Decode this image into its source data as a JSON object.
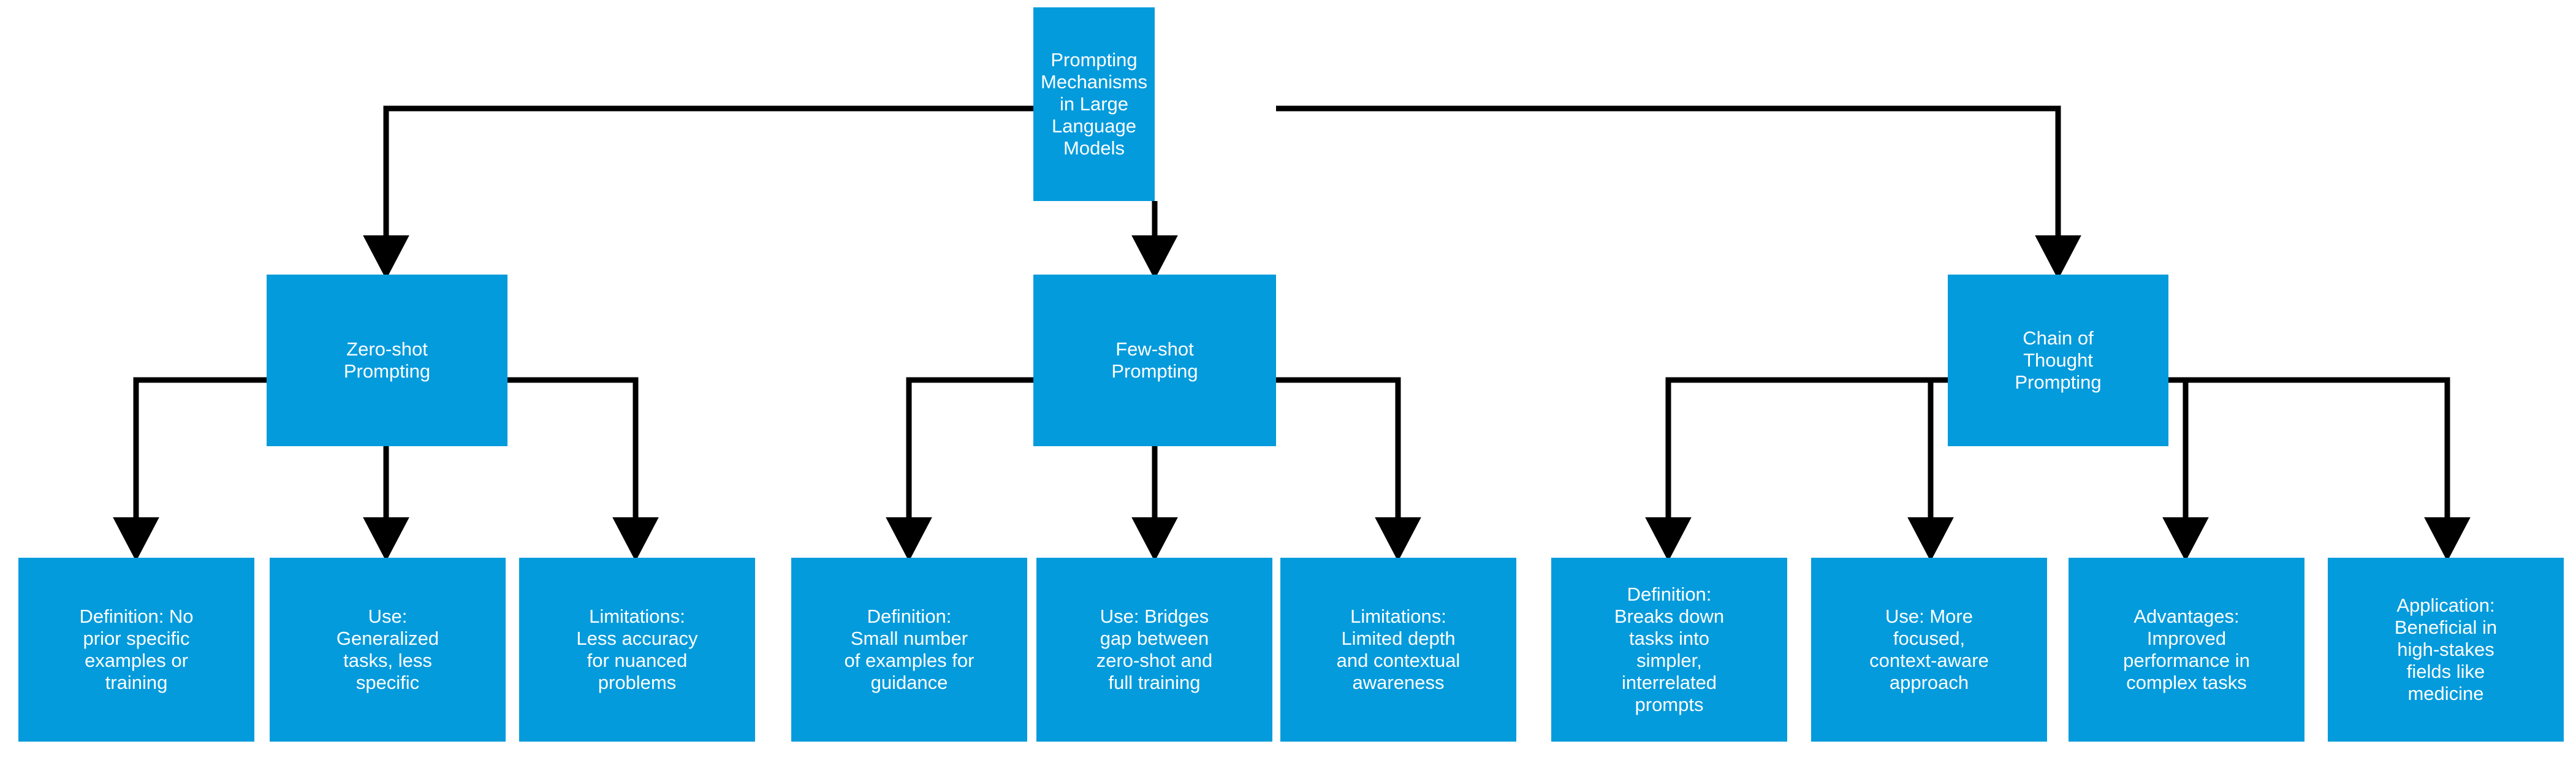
{
  "diagram": {
    "title": "Prompting Mechanisms in Large Language Models",
    "type": "hierarchy-flowchart",
    "orientation": "top-down",
    "colors": {
      "node_fill": "#049BDC",
      "node_text": "#FFFFFF",
      "edge": "#000000",
      "background": "#FFFFFF"
    },
    "root": {
      "id": "root",
      "label": "Prompting\nMechanisms\nin Large\nLanguage\nModels"
    },
    "branches": [
      {
        "id": "zero-shot",
        "label": "Zero-shot\nPrompting",
        "children": [
          {
            "id": "zs-definition",
            "label": "Definition:  No\nprior specific\nexamples or\ntraining"
          },
          {
            "id": "zs-use",
            "label": "Use:\nGeneralized\ntasks, less\nspecific"
          },
          {
            "id": "zs-limitations",
            "label": "Limitations:\nLess accuracy\nfor nuanced\nproblems"
          }
        ]
      },
      {
        "id": "few-shot",
        "label": "Few-shot\nPrompting",
        "children": [
          {
            "id": "fs-definition",
            "label": "Definition:\nSmall number\nof examples for\nguidance"
          },
          {
            "id": "fs-use",
            "label": "Use:  Bridges\ngap between\nzero-shot and\nfull training"
          },
          {
            "id": "fs-limitations",
            "label": "Limitations:\nLimited depth\nand contextual\nawareness"
          }
        ]
      },
      {
        "id": "chain-of-thought",
        "label": "Chain of\nThought\nPrompting",
        "children": [
          {
            "id": "cot-definition",
            "label": "Definition:\nBreaks down\ntasks into\nsimpler,\ninterrelated\nprompts"
          },
          {
            "id": "cot-use",
            "label": "Use:  More\nfocused,\ncontext-aware\napproach"
          },
          {
            "id": "cot-advantages",
            "label": "Advantages:\nImproved\nperformance in\ncomplex tasks"
          },
          {
            "id": "cot-application",
            "label": "Application:\nBeneficial in\nhigh-stakes\nfields like\nmedicine"
          }
        ]
      }
    ]
  }
}
